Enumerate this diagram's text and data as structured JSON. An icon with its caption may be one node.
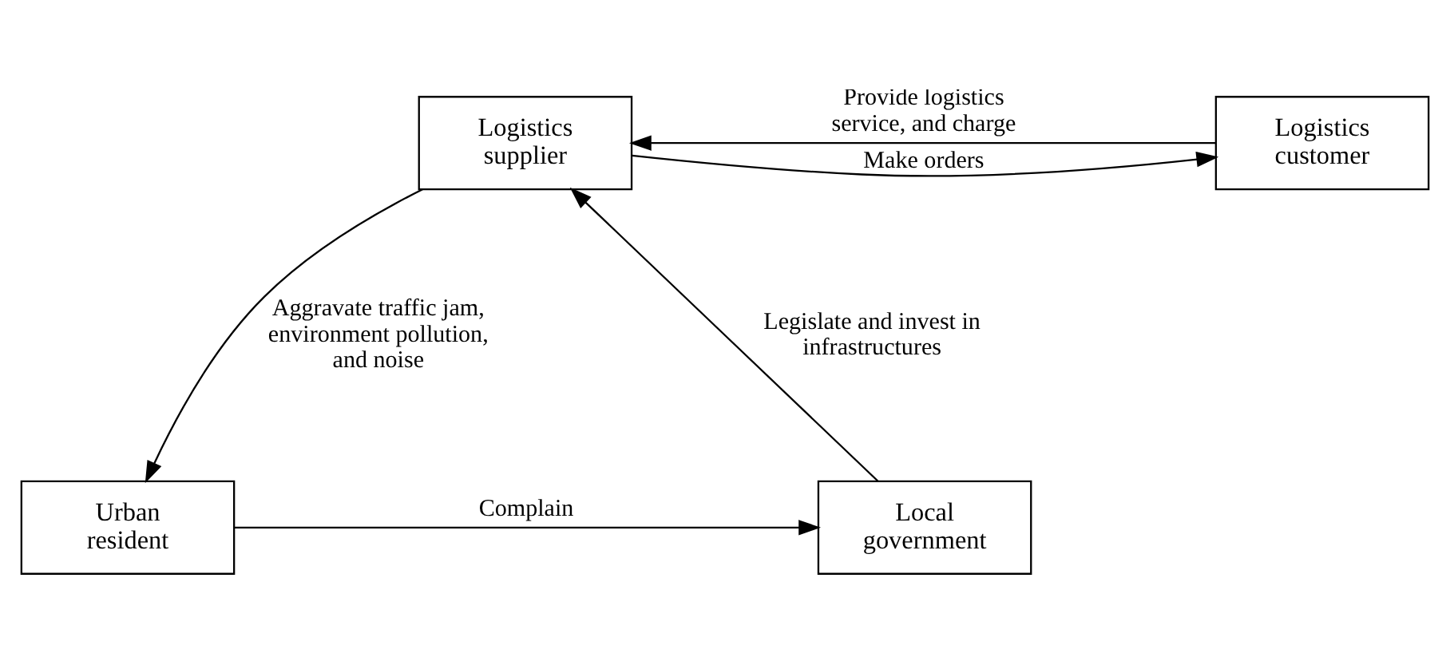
{
  "diagram": {
    "nodes": [
      {
        "text": [
          "Logistics supplier"
        ]
      },
      {
        "text": [
          "Logistics customer"
        ]
      },
      {
        "text": [
          "Local government"
        ]
      },
      {
        "text": [
          "Urban resident"
        ]
      }
    ],
    "edges": [
      {
        "from": 0,
        "to": 1,
        "arrow": "to",
        "label": "Make orders"
      },
      {
        "from": 1,
        "to": 0,
        "arrow": "to",
        "label": "Provide logistics service, and charge"
      },
      {
        "from": 2,
        "to": 0,
        "arrow": "to",
        "label": "Legislate and invest in infrastructures"
      },
      {
        "from": 0,
        "to": 3,
        "arrow": "to",
        "label": "Aggravate traffic jam, environment pollution, and noise"
      },
      {
        "from": 3,
        "to": 2,
        "arrow": "to",
        "label": "Complain"
      }
    ]
  }
}
